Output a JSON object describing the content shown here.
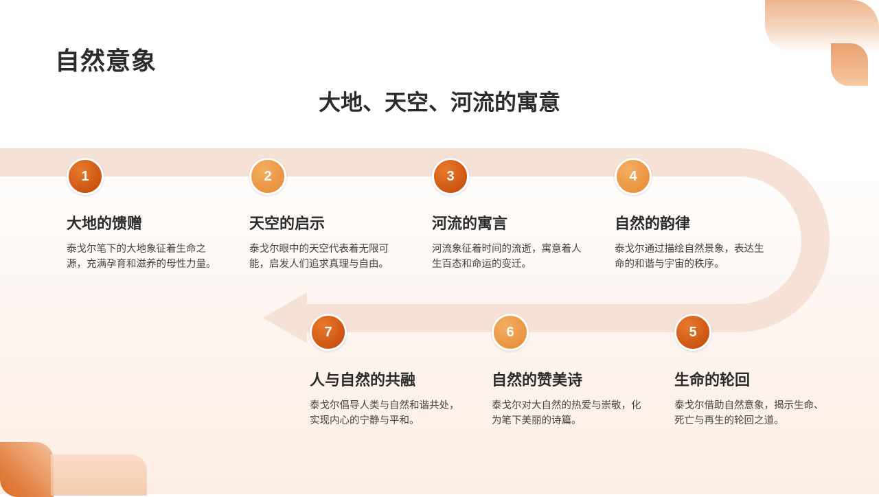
{
  "page": {
    "title": "自然意象",
    "subtitle": "大地、天空、河流的寓意"
  },
  "colors": {
    "track": "#f6e1d6",
    "badge_dark": "#cc5512",
    "badge_light": "#e99440",
    "text": "#2b2b2b"
  },
  "steps": [
    {
      "number": "1",
      "title": "大地的馈赠",
      "desc": "泰戈尔笔下的大地象征着生命之源，充满孕育和滋养的母性力量。"
    },
    {
      "number": "2",
      "title": "天空的启示",
      "desc": "泰戈尔眼中的天空代表着无限可能，启发人们追求真理与自由。"
    },
    {
      "number": "3",
      "title": "河流的寓言",
      "desc": "河流象征着时间的流逝，寓意着人生百态和命运的变迁。"
    },
    {
      "number": "4",
      "title": "自然的韵律",
      "desc": "泰戈尔通过描绘自然景象，表达生命的和谐与宇宙的秩序。"
    },
    {
      "number": "5",
      "title": "生命的轮回",
      "desc": "泰戈尔借助自然意象，揭示生命、死亡与再生的轮回之道。"
    },
    {
      "number": "6",
      "title": "自然的赞美诗",
      "desc": "泰戈尔对大自然的热爱与崇敬，化为笔下美丽的诗篇。"
    },
    {
      "number": "7",
      "title": "人与自然的共融",
      "desc": "泰戈尔倡导人类与自然和谐共处，实现内心的宁静与平和。"
    }
  ]
}
